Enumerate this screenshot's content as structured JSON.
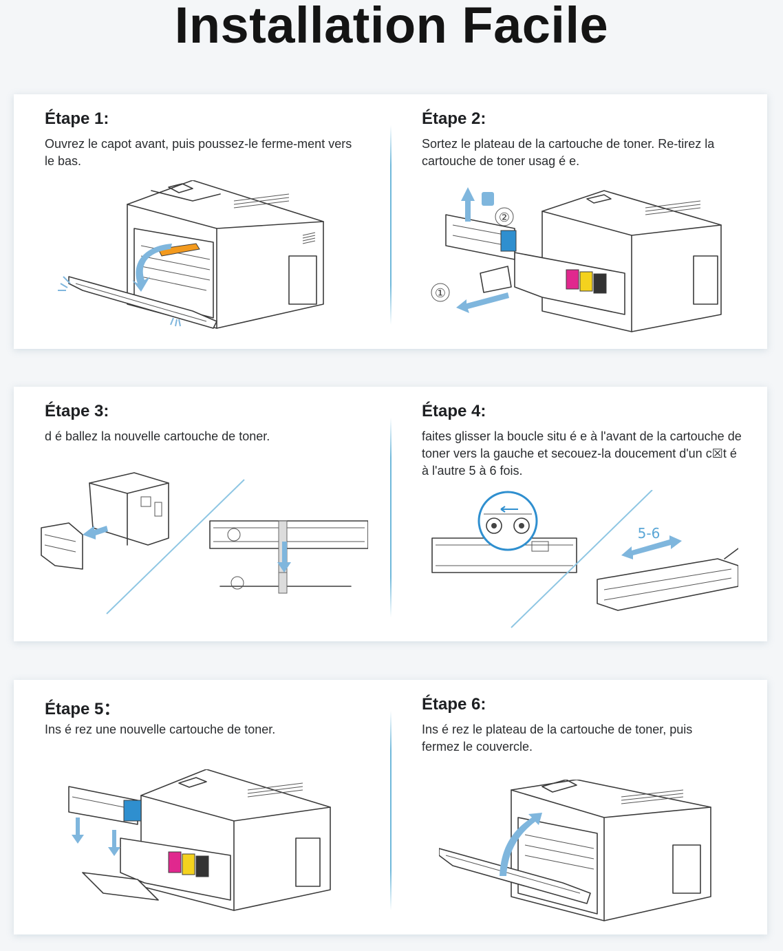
{
  "title": "Installation Facile",
  "steps": [
    {
      "heading": "Étape 1:",
      "text": "Ouvrez le capot avant, puis poussez-le ferme-ment vers le bas."
    },
    {
      "heading": "Étape 2:",
      "text": "Sortez le plateau de la cartouche de toner. Re-tirez la cartouche de toner usag é e.",
      "markers": [
        "①",
        "②"
      ]
    },
    {
      "heading": "Étape 3:",
      "text": "d é ballez la nouvelle cartouche de toner."
    },
    {
      "heading": "Étape 4:",
      "text": "faites glisser la boucle situ é e  à  l'avant de la cartouche de toner vers la gauche et secouez-la doucement d'un c☒t é  à  l'autre 5  à  6 fois.",
      "shake_label": "5-6"
    },
    {
      "heading": "Étape 5：",
      "text": "Ins é rez une nouvelle cartouche de toner."
    },
    {
      "heading": "Étape 6:",
      "text": "Ins é rez le plateau de la cartouche de toner, puis fermez le couvercle."
    }
  ],
  "colors": {
    "accent_blue": "#7fb6dd",
    "toner_cyan": "#2f8fcf",
    "toner_magenta": "#e0288e",
    "toner_yellow": "#f4d21e",
    "toner_black": "#333333",
    "lever_orange": "#f39a1e"
  }
}
